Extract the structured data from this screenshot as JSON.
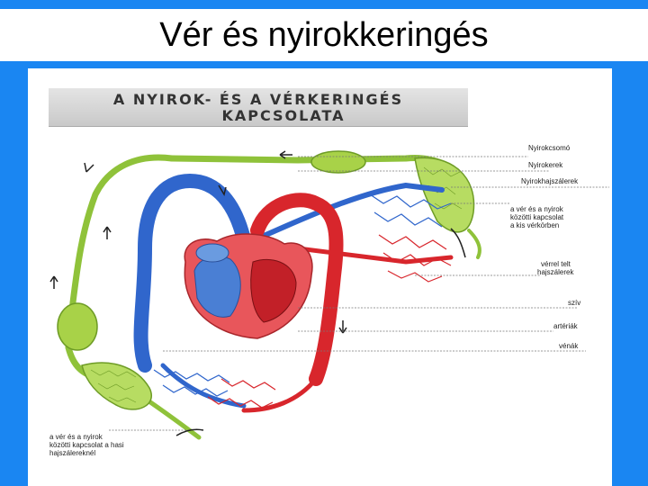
{
  "slide": {
    "title": "Vér és nyirokkeringés"
  },
  "banner": {
    "line1": "A NYIROK- ÉS A VÉRKERINGÉS",
    "line2": "KAPCSOLATA"
  },
  "labels": {
    "nyirokcsomo": "Nyirokcsomó",
    "nyirokerek": "Nyirokerek",
    "nyirokhajszalerek": "Nyirokhajszálerek",
    "kisverkor_1": "a vér és a nyirok",
    "kisverkor_2": "közötti kapcsolat",
    "kisverkor_3": "a kis vérkörben",
    "verrel_1": "vérrel telt",
    "verrel_2": "hajszálerek",
    "sziv": "szív",
    "arteriak": "artériák",
    "venak": "vénák",
    "hasi_1": "a vér és a nyirok",
    "hasi_2": "közötti kapcsolat a hasi",
    "hasi_3": "hajszálereknél"
  },
  "colors": {
    "background": "#1a86f2",
    "lymph": "#9ccc3c",
    "vein": "#2d63c8",
    "artery": "#d8232a",
    "heart": "#e8535a"
  }
}
